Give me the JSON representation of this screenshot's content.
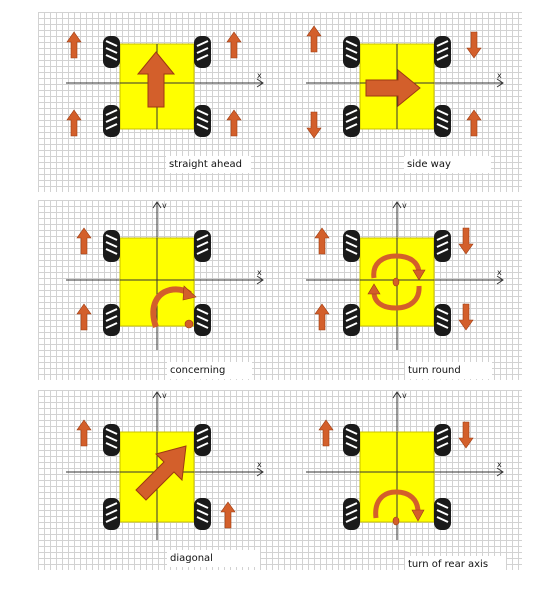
{
  "axes": {
    "x_label": "x",
    "y_label": "v"
  },
  "colors": {
    "chassis": "#ffff00",
    "arrow": "#d35f2b",
    "arrow_stroke": "#9c3a10",
    "tire": "#1a1a1a",
    "axis": "#333333",
    "grid": "#d2d2d2"
  },
  "panels": [
    {
      "id": "straight-ahead",
      "caption": "straight ahead",
      "motion": "forward arrow",
      "wheel_arrows": [
        "up",
        "up",
        "up",
        "up"
      ]
    },
    {
      "id": "side-way",
      "caption": "side way",
      "motion": "right arrow",
      "wheel_arrows": [
        "up",
        "down",
        "down",
        "up"
      ]
    },
    {
      "id": "concerning",
      "caption": "concerning",
      "motion": "curved arrow",
      "wheel_arrows": [
        "up",
        "none",
        "up",
        "none"
      ]
    },
    {
      "id": "turn-round",
      "caption": "turn round",
      "motion": "rotation arrows",
      "wheel_arrows": [
        "up",
        "down",
        "up",
        "down"
      ]
    },
    {
      "id": "diagonal",
      "caption": "diagonal",
      "motion": "diagonal arrow",
      "wheel_arrows": [
        "up",
        "none",
        "none",
        "up"
      ]
    },
    {
      "id": "turn-of-rear-axis",
      "caption": "turn of rear axis",
      "motion": "rear curved arrow",
      "wheel_arrows": [
        "up",
        "down",
        "none",
        "none"
      ]
    }
  ]
}
